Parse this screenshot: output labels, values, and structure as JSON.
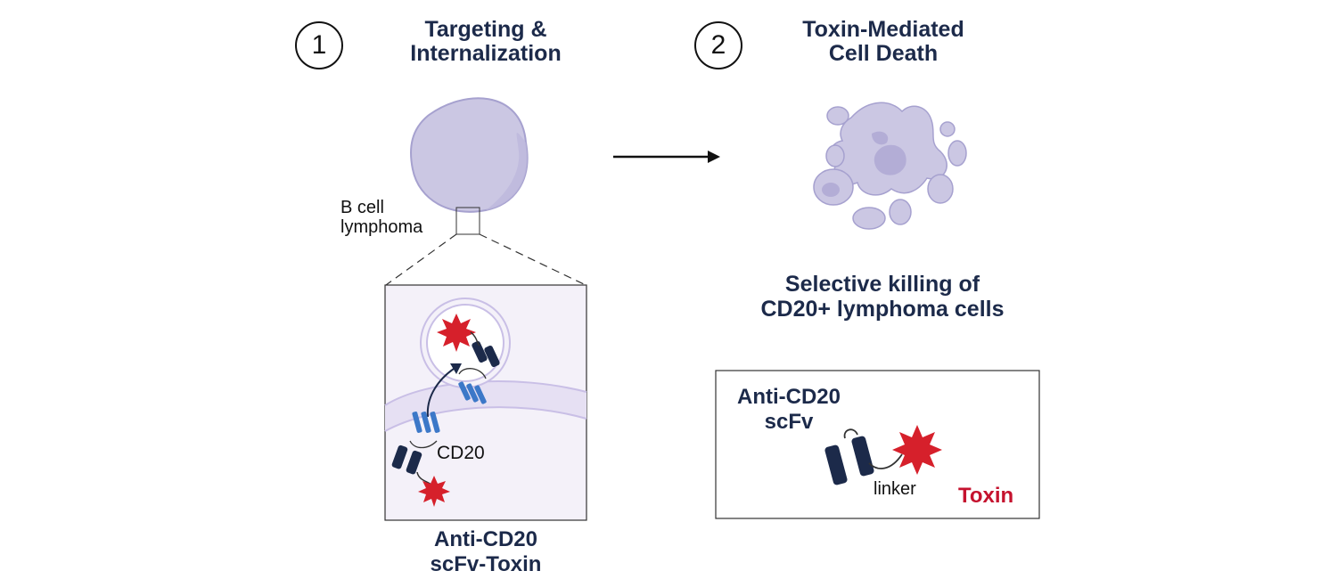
{
  "step1": {
    "number": "1",
    "title": "Targeting &\nInternalization"
  },
  "step2": {
    "number": "2",
    "title": "Toxin-Mediated\nCell Death"
  },
  "cell_label": "B cell\nlymphoma",
  "cd20_label": "CD20",
  "bottom_caption": "Anti-CD20\nscFv-Toxin",
  "result_text": "Selective killing of\nCD20+ lymphoma cells",
  "legend": {
    "scfv_label": "Anti-CD20\nscFv",
    "linker_label": "linker",
    "toxin_label": "Toxin"
  },
  "colors": {
    "navy": "#1c2a4a",
    "toxin_red": "#d6202b",
    "cell_fill": "#cbc7e3",
    "cell_stroke": "#9d98c8",
    "cd20_blue": "#3c78c8"
  }
}
